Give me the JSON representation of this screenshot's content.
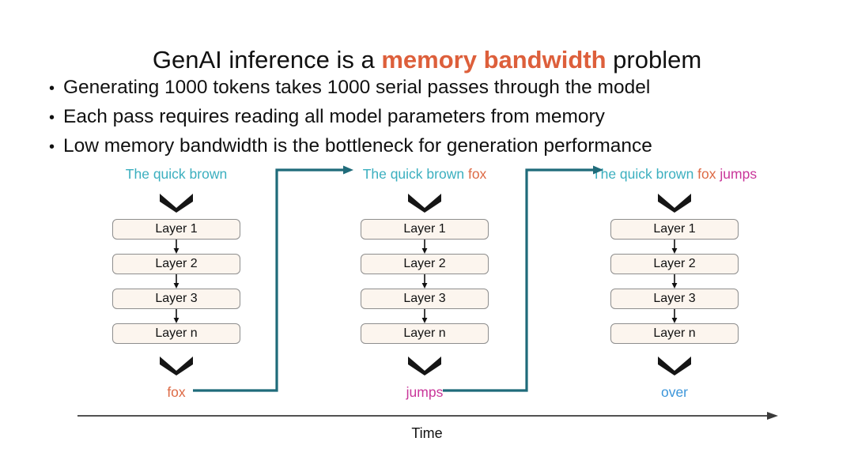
{
  "slide": {
    "title": {
      "before": "GenAI inference is a ",
      "highlight": "memory bandwidth",
      "after": " problem"
    },
    "bullet_marker": "•",
    "bullets": [
      "Generating 1000 tokens takes 1000 serial passes through the model",
      "Each pass requires reading all model parameters from memory",
      "Low memory bandwidth is the bottleneck for generation performance"
    ]
  },
  "colors": {
    "accent_orange": "#DD5F3B",
    "token_orange": "#DD6A45",
    "token_magenta": "#C9379A",
    "token_blue": "#3B95D9",
    "teal_text": "#3BAFBF",
    "teal_line": "#1F6B7A",
    "box_fill": "#FCF5EE",
    "box_border": "#8E8E8E",
    "text": "#111111"
  },
  "diagram": {
    "layer_labels": [
      "Layer 1",
      "Layer 2",
      "Layer 3",
      "Layer n"
    ],
    "columns": [
      {
        "header_parts": [
          {
            "text": "The quick brown",
            "color_role": "teal"
          }
        ],
        "output_token": "fox",
        "output_color_role": "orange"
      },
      {
        "header_parts": [
          {
            "text": "The quick brown ",
            "color_role": "teal"
          },
          {
            "text": "fox",
            "color_role": "orange"
          }
        ],
        "output_token": "jumps",
        "output_color_role": "magenta"
      },
      {
        "header_parts": [
          {
            "text": "The quick brown ",
            "color_role": "teal"
          },
          {
            "text": "fox ",
            "color_role": "orange"
          },
          {
            "text": "jumps",
            "color_role": "magenta"
          }
        ],
        "output_token": "over",
        "output_color_role": "blue"
      }
    ],
    "axis_label": "Time"
  }
}
